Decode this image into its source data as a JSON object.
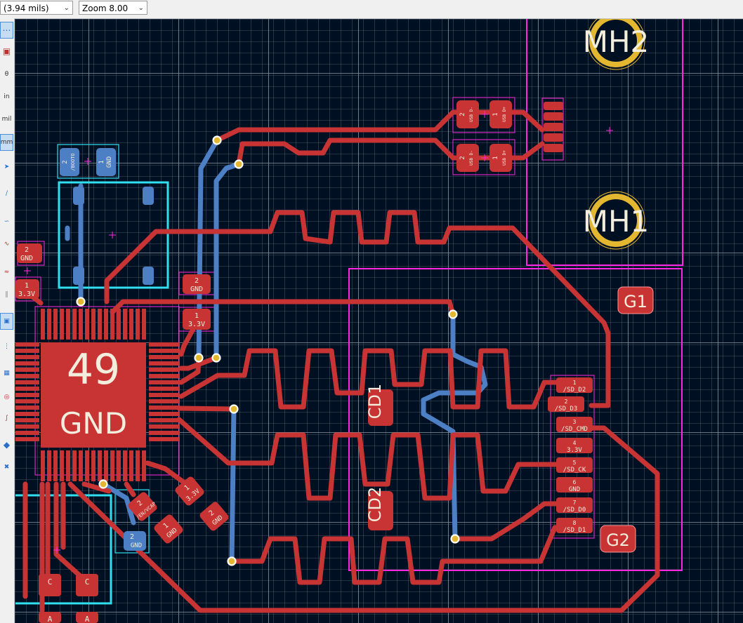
{
  "toolbar": {
    "grid_value": "(3.94 mils)",
    "zoom_value": "Zoom 8.00"
  },
  "left_toolbar": {
    "labels": {
      "in": "in",
      "mil": "mil",
      "mm": "mm"
    }
  },
  "board": {
    "mounting_holes": [
      {
        "label": "MH2"
      },
      {
        "label": "MH1"
      }
    ],
    "big_pad": {
      "number": "49",
      "net": "GND"
    },
    "fiducials": [
      {
        "label": "G1"
      },
      {
        "label": "G2"
      }
    ],
    "caps": [
      {
        "label": "CD1"
      },
      {
        "label": "CD2"
      }
    ],
    "sd_pins": [
      {
        "num": "1",
        "net": "/SD_D2"
      },
      {
        "num": "2",
        "net": "/SD_D3"
      },
      {
        "num": "3",
        "net": "/SD_CMD"
      },
      {
        "num": "4",
        "net": "3.3V"
      },
      {
        "num": "5",
        "net": "/SD_CK"
      },
      {
        "num": "6",
        "net": "GND"
      },
      {
        "num": "7",
        "net": "/SD_D0"
      },
      {
        "num": "8",
        "net": "/SD_D1"
      }
    ],
    "small_pads": {
      "pad_a": {
        "num": "2",
        "net": "GND"
      },
      "pad_b": {
        "num": "1",
        "net": "3.3V"
      },
      "left_a": {
        "num": "2",
        "net": "GND"
      },
      "left_b": {
        "num": "1",
        "net": "3.3V"
      },
      "boot_a": {
        "num": "2",
        "net": "/BOOTO"
      },
      "boot_b": {
        "num": "1",
        "net": "GND"
      },
      "usb_a": {
        "num": "2",
        "net": "USB D-"
      },
      "usb_b": {
        "num": "1",
        "net": "USB D+"
      },
      "usb_c": {
        "num": "2",
        "net": "USB D-"
      },
      "usb_d": {
        "num": "1",
        "net": "USB D+"
      },
      "diag_1": {
        "num": "1",
        "net": "3.3V"
      },
      "diag_2": {
        "num": "2",
        "net": "GND"
      },
      "diag_3": {
        "num": "2",
        "net": "/EN/VCAP"
      },
      "diag_4": {
        "num": "1",
        "net": "GND"
      },
      "bot_pad": {
        "num": "2",
        "net": "GND"
      },
      "c1": {
        "label": "C"
      },
      "c2": {
        "label": "C"
      },
      "a1": {
        "label": "A"
      },
      "a2": {
        "label": "A"
      }
    }
  },
  "colors": {
    "background": "#001023",
    "copper_front": "#c83434",
    "copper_back": "#4d7fc4",
    "silkscreen": "#f2eddc",
    "courtyard": "#ff26e2",
    "fab": "#2fe0f0",
    "mounting_hole": "#e3b72f"
  }
}
